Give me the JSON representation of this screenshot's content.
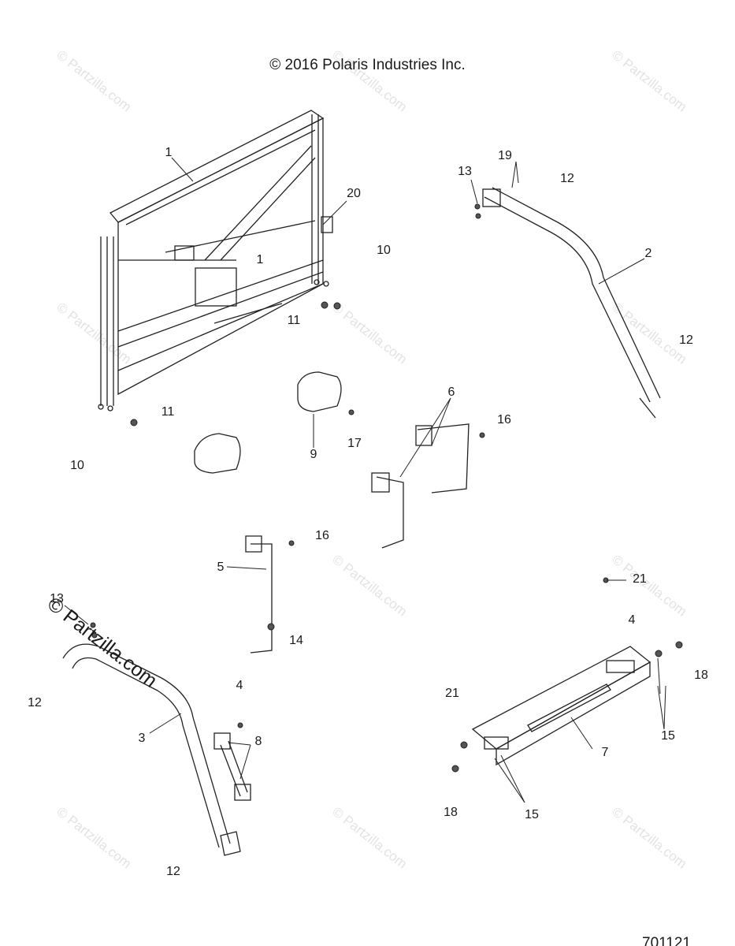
{
  "header": {
    "copyright": "© 2016 Polaris Industries Inc."
  },
  "footer": {
    "diagram_number": "701121"
  },
  "logo": {
    "text": "© Partzilla.com"
  },
  "watermark": {
    "text": "© Partzilla.com"
  },
  "callouts": {
    "c1a": "1",
    "c1b": "1",
    "c2": "2",
    "c3": "3",
    "c4a": "4",
    "c4b": "4",
    "c5": "5",
    "c6": "6",
    "c7": "7",
    "c8": "8",
    "c9": "9",
    "c10a": "10",
    "c10b": "10",
    "c11a": "11",
    "c11b": "11",
    "c12a": "12",
    "c12b": "12",
    "c12c": "12",
    "c12d": "12",
    "c13a": "13",
    "c13b": "13",
    "c14": "14",
    "c15a": "15",
    "c15b": "15",
    "c16a": "16",
    "c16b": "16",
    "c17": "17",
    "c18a": "18",
    "c18b": "18",
    "c19": "19",
    "c20": "20",
    "c21a": "21",
    "c21b": "21"
  }
}
